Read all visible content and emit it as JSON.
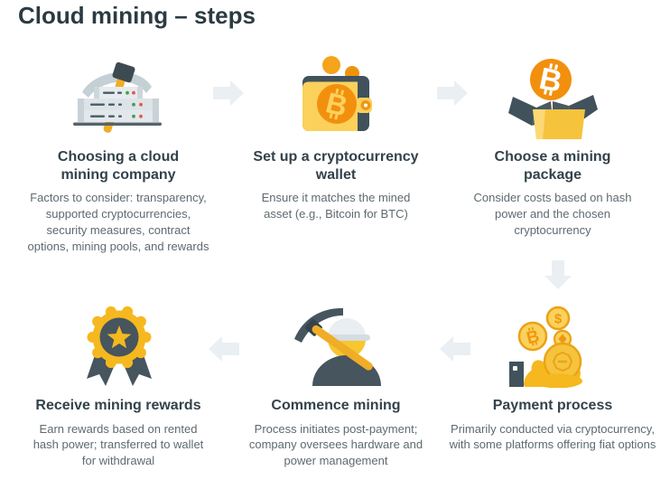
{
  "title": "Cloud mining – steps",
  "palette": {
    "heading": "#2c3a42",
    "body_text": "#5d6a70",
    "yellow": "#f6c33c",
    "golden": "#f0ad26",
    "orange": "#f2900e",
    "slate": "#46555e",
    "server_gray": "#e3e9ec",
    "arrow_gray": "#e9eff3"
  },
  "steps": [
    {
      "icon": "server-pickaxe-icon",
      "title": "Choosing a cloud mining company",
      "description": "Factors to consider: transparency, supported cryptocurrencies, security measures, contract options, mining pools, and rewards"
    },
    {
      "icon": "crypto-wallet-icon",
      "title": "Set up a cryptocurrency wallet",
      "description": "Ensure it matches the mined asset (e.g., Bitcoin for BTC)"
    },
    {
      "icon": "mining-package-box-icon",
      "title": "Choose a mining package",
      "description": "Consider costs based on hash power and the chosen cryptocurrency"
    },
    {
      "icon": "payment-coins-hand-icon",
      "title": "Payment process",
      "description": "Primarily conducted via cryptocurrency, with some platforms offering fiat options"
    },
    {
      "icon": "miner-pickaxe-icon",
      "title": "Commence mining",
      "description": "Process initiates post-payment; company oversees hardware and power management"
    },
    {
      "icon": "award-ribbon-icon",
      "title": "Receive mining rewards",
      "description": "Earn rewards based on rented hash power; transferred to wallet for withdrawal"
    }
  ],
  "flow_arrows": [
    "right",
    "right",
    "down",
    "left",
    "left"
  ]
}
